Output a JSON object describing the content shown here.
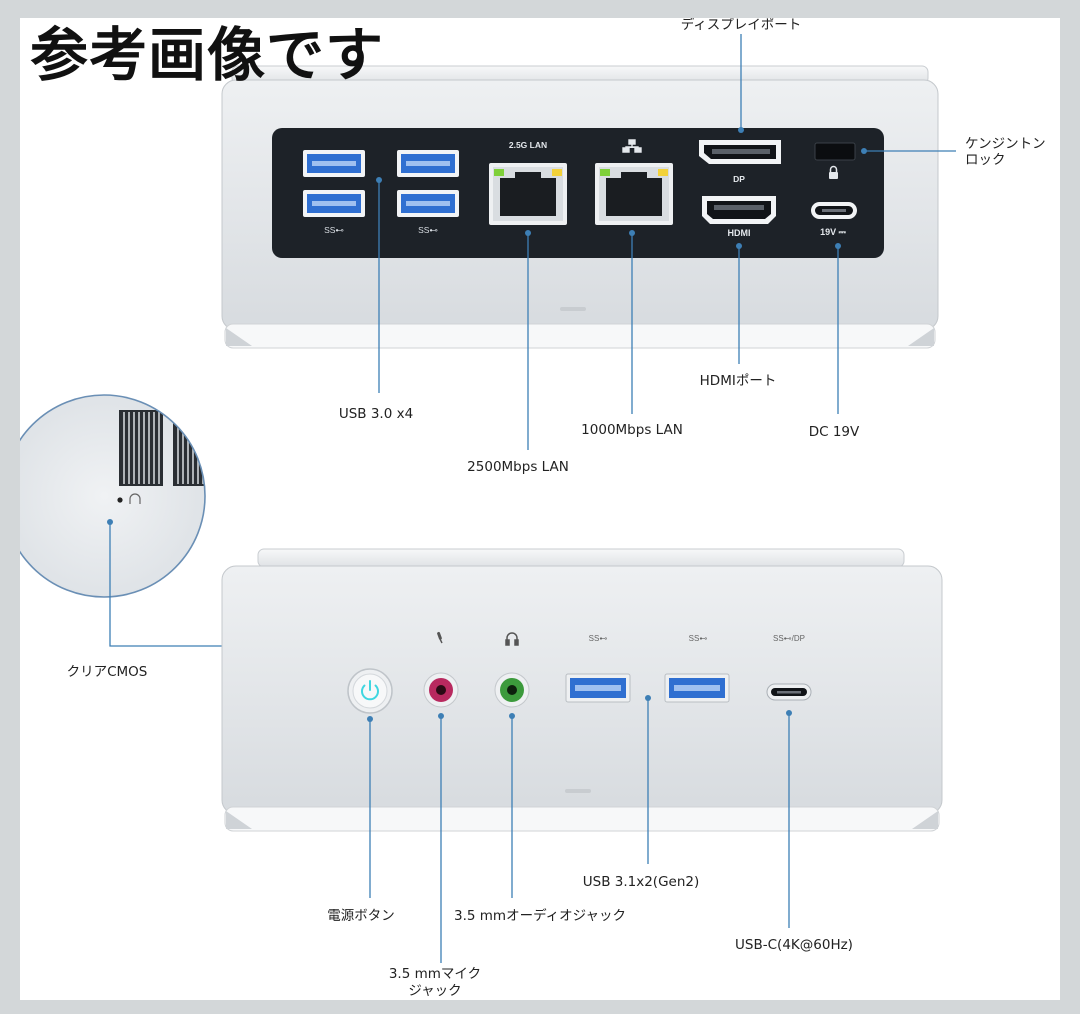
{
  "watermark": "参考画像です",
  "top_panel": {
    "port_markings": {
      "ss_left": "SS⊷",
      "ss_right": "SS⊷",
      "lan_2_5g": "2.5G LAN",
      "dp": "DP",
      "hdmi": "HDMI",
      "dc": "19V ⎓"
    }
  },
  "bottom_panel": {
    "port_markings": {
      "ss1": "SS⊷",
      "ss2": "SS⊷",
      "ss_dp": "SS⊷/DP"
    }
  },
  "labels": {
    "displayport": "ディスプレイポート",
    "kensington_line1": "ケンジントン",
    "kensington_line2": "ロック",
    "usb30": "USB 3.0 x4",
    "lan2500": "2500Mbps LAN",
    "lan1000": "1000Mbps LAN",
    "hdmi": "HDMIポート",
    "dc": "DC 19V",
    "clear_cmos": "クリアCMOS",
    "usb31": "USB 3.1x2(Gen2)",
    "power": "電源ボタン",
    "audio": "3.5 mmオーディオジャック",
    "mic_line1": "3.5 mmマイク",
    "mic_line2": "ジャック",
    "usbc": "USB-C(4K@60Hz)"
  },
  "colors": {
    "leader_line": "#3d7fb5",
    "usb_blue": "#2f6fd1",
    "power_cyan": "#3fd6e0",
    "mic_pink": "#b8295f",
    "audio_green": "#3c9a3c",
    "panel_dark": "#1d2228"
  },
  "icons": [
    "network-icon",
    "lock-icon",
    "power-icon",
    "microphone-icon",
    "headphone-icon"
  ]
}
